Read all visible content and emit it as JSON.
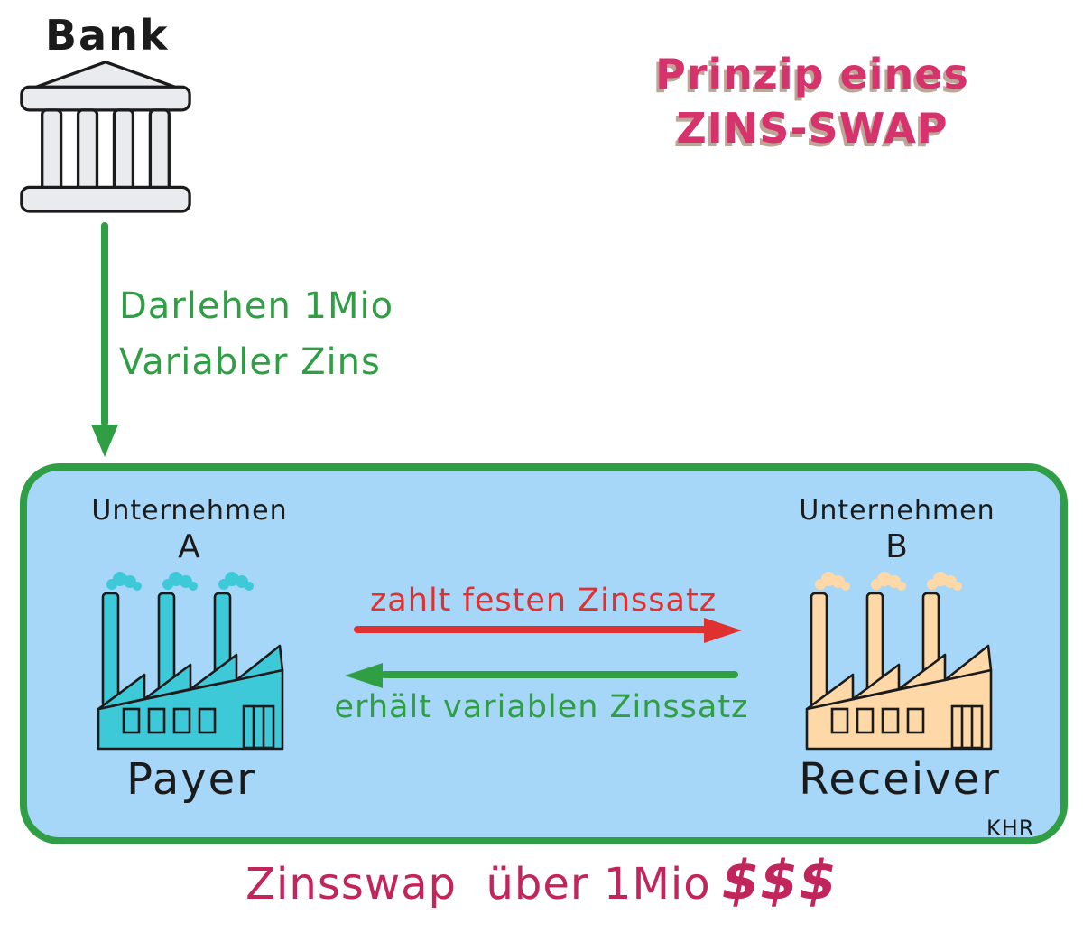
{
  "title": {
    "line1": "Prinzip eines",
    "line2": "ZINS-SWAP"
  },
  "bank": {
    "label": "Bank"
  },
  "loan": {
    "line1": "Darlehen 1Mio",
    "line2": "Variabler Zins"
  },
  "swap_box": {
    "company_a": {
      "name": "Unternehmen",
      "letter": "A",
      "role": "Payer"
    },
    "company_b": {
      "name": "Unternehmen",
      "letter": "B",
      "role": "Receiver"
    },
    "fixed_rate_label": "zahlt festen Zinssatz",
    "variable_rate_label": "erhält variablen Zinssatz",
    "signature": "KHR"
  },
  "caption": {
    "text": "Zinsswap  über 1Mio",
    "dollars": "$$$"
  },
  "icons": {
    "bank": "bank-building-icon",
    "company_a": "factory-icon",
    "company_b": "factory-icon",
    "loan": "arrow-down-icon",
    "fixed_rate": "arrow-right-icon",
    "variable_rate": "arrow-left-icon"
  },
  "colors": {
    "background": "#ffffff",
    "green": "#2f9e44",
    "red": "#e03131",
    "title_pink": "#d6336c",
    "caption_pink": "#c2255c",
    "box_fill": "#a7d7f8",
    "factory_a": "#3ec9d9",
    "factory_b": "#ffd8a8",
    "bank_gray": "#e9ebee",
    "ink": "#1b1b1b"
  }
}
